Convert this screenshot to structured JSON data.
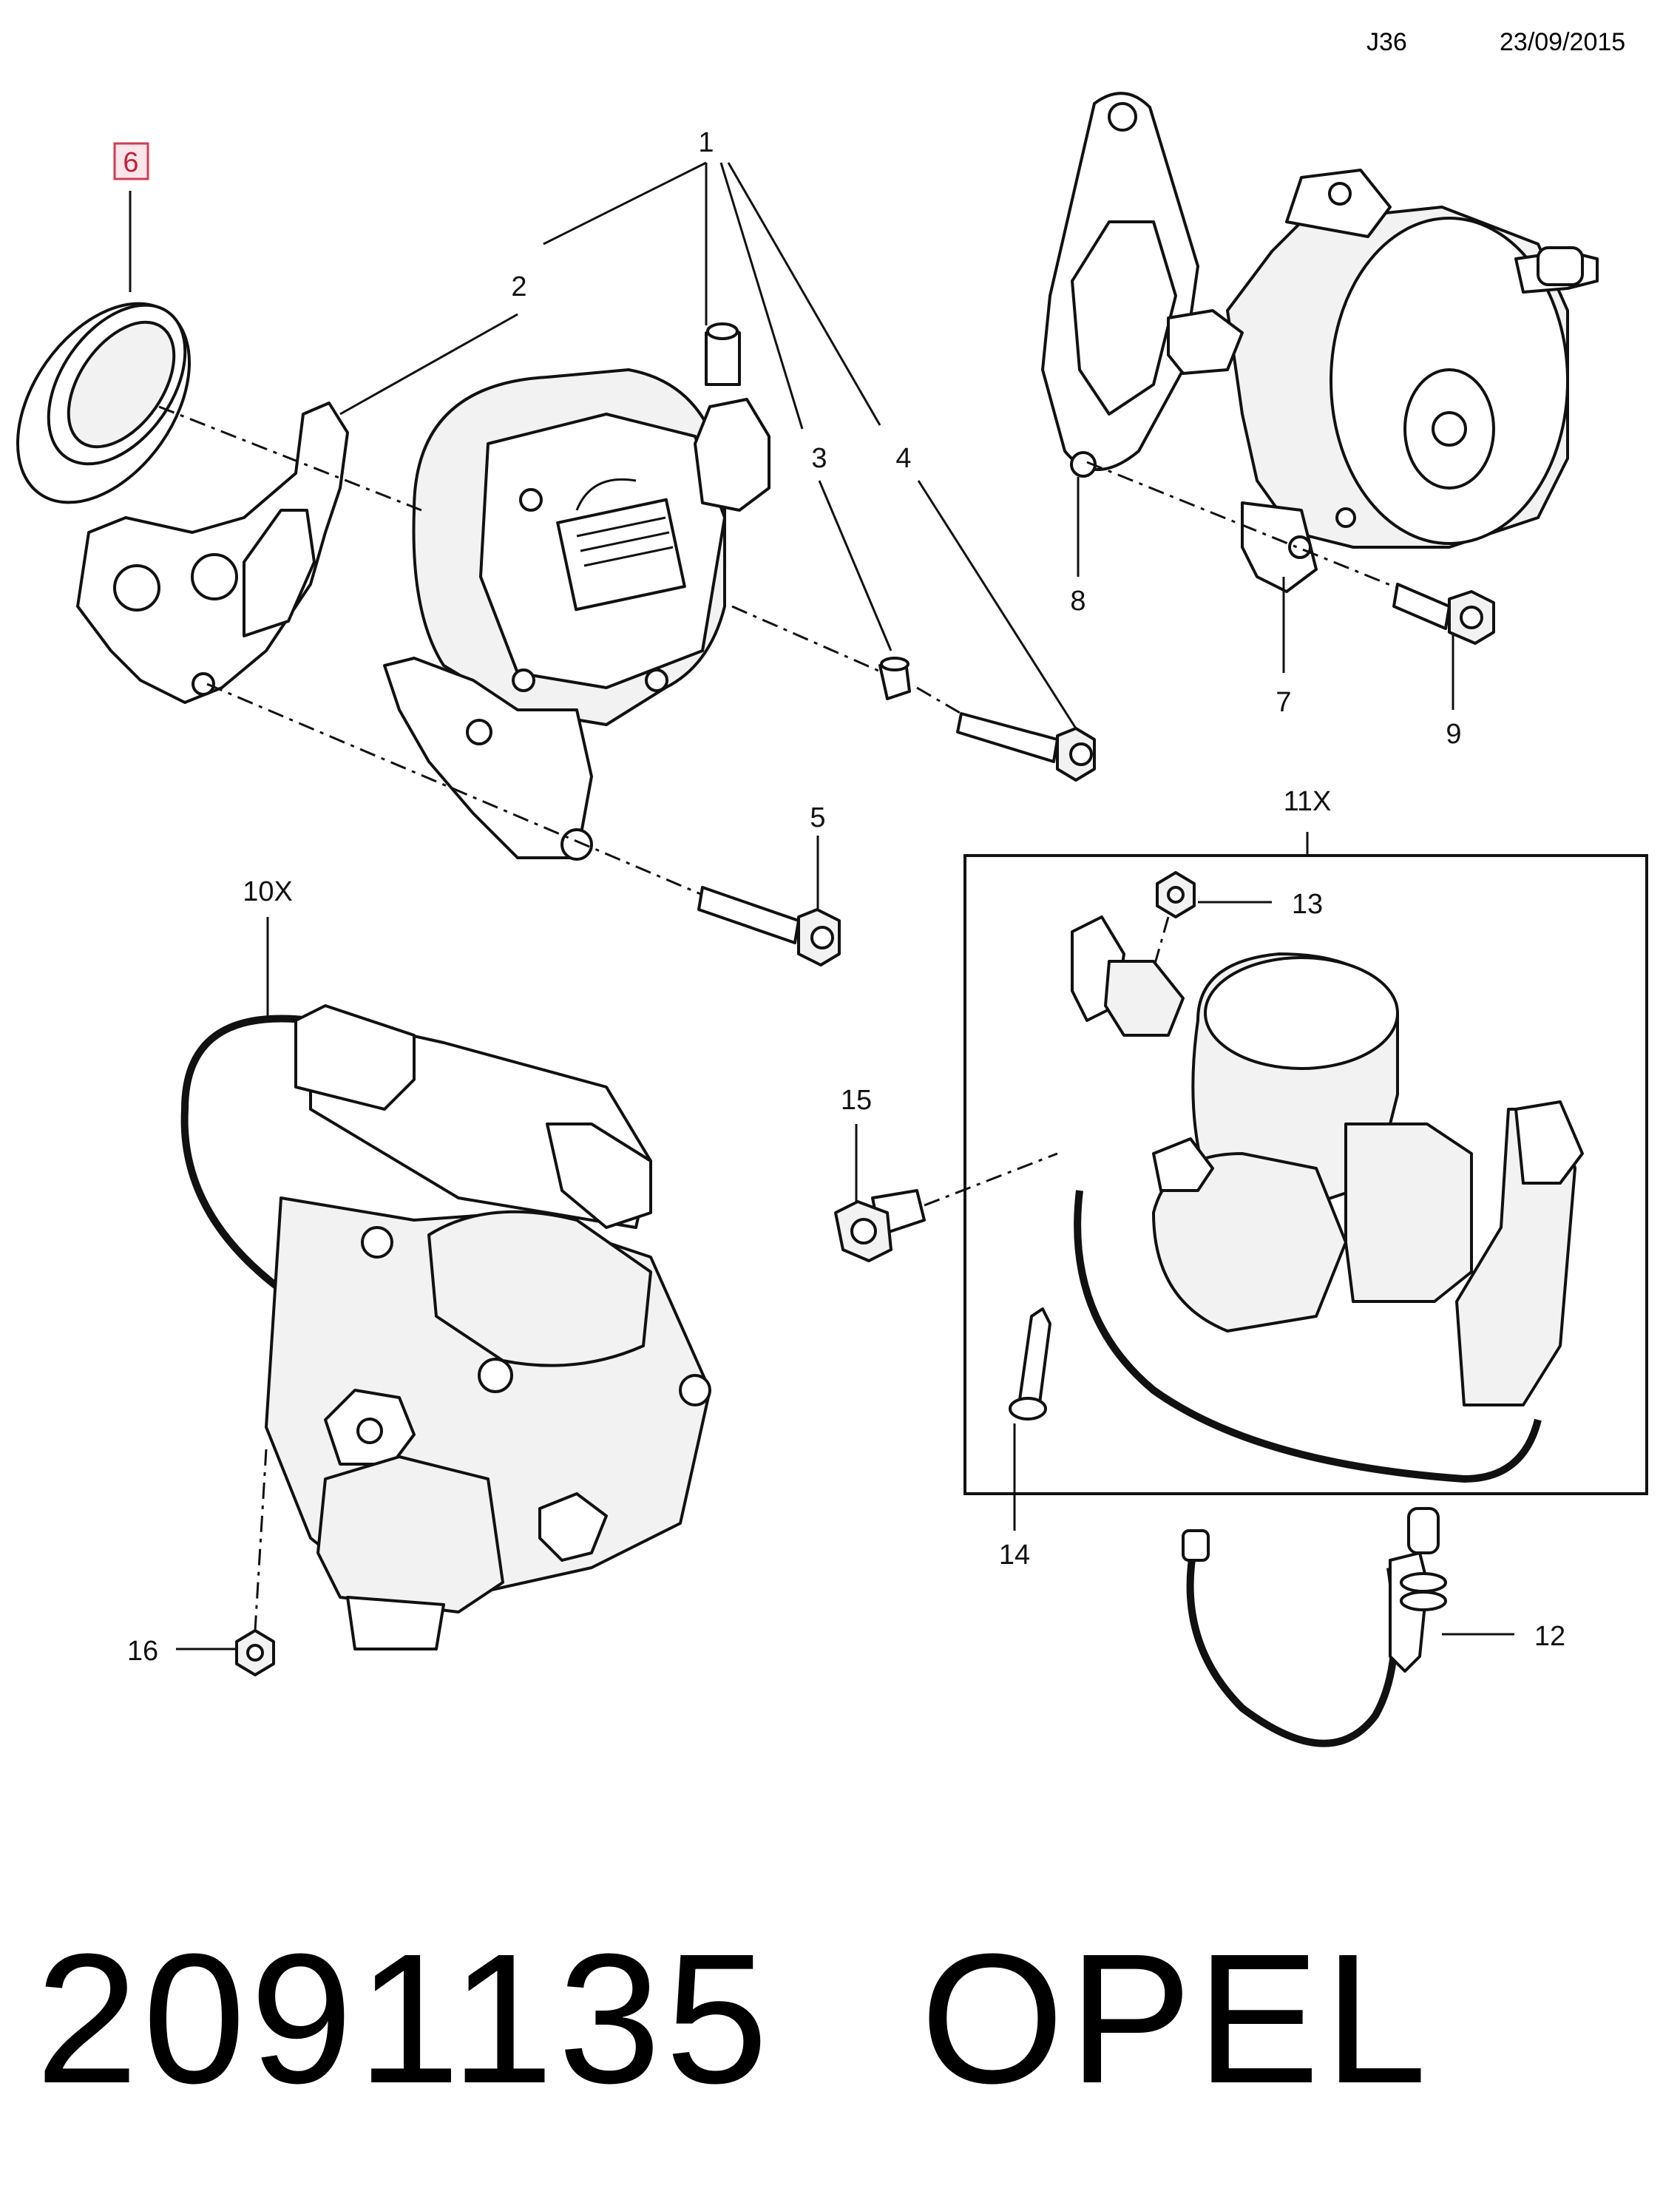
{
  "header": {
    "code": "J36",
    "date": "23/09/2015"
  },
  "callouts": {
    "c1": "1",
    "c2": "2",
    "c3": "3",
    "c4": "4",
    "c5": "5",
    "c6": "6",
    "c7": "7",
    "c8": "8",
    "c9": "9",
    "c10": "10X",
    "c11": "11X",
    "c12": "12",
    "c13": "13",
    "c14": "14",
    "c15": "15",
    "c16": "16"
  },
  "highlighted_callout": "6",
  "colors": {
    "highlight_border": "#d23b55",
    "highlight_fill": "#fde6ea",
    "line": "#111111"
  },
  "footer": {
    "part_number": "2091135",
    "brand": "OPEL"
  }
}
